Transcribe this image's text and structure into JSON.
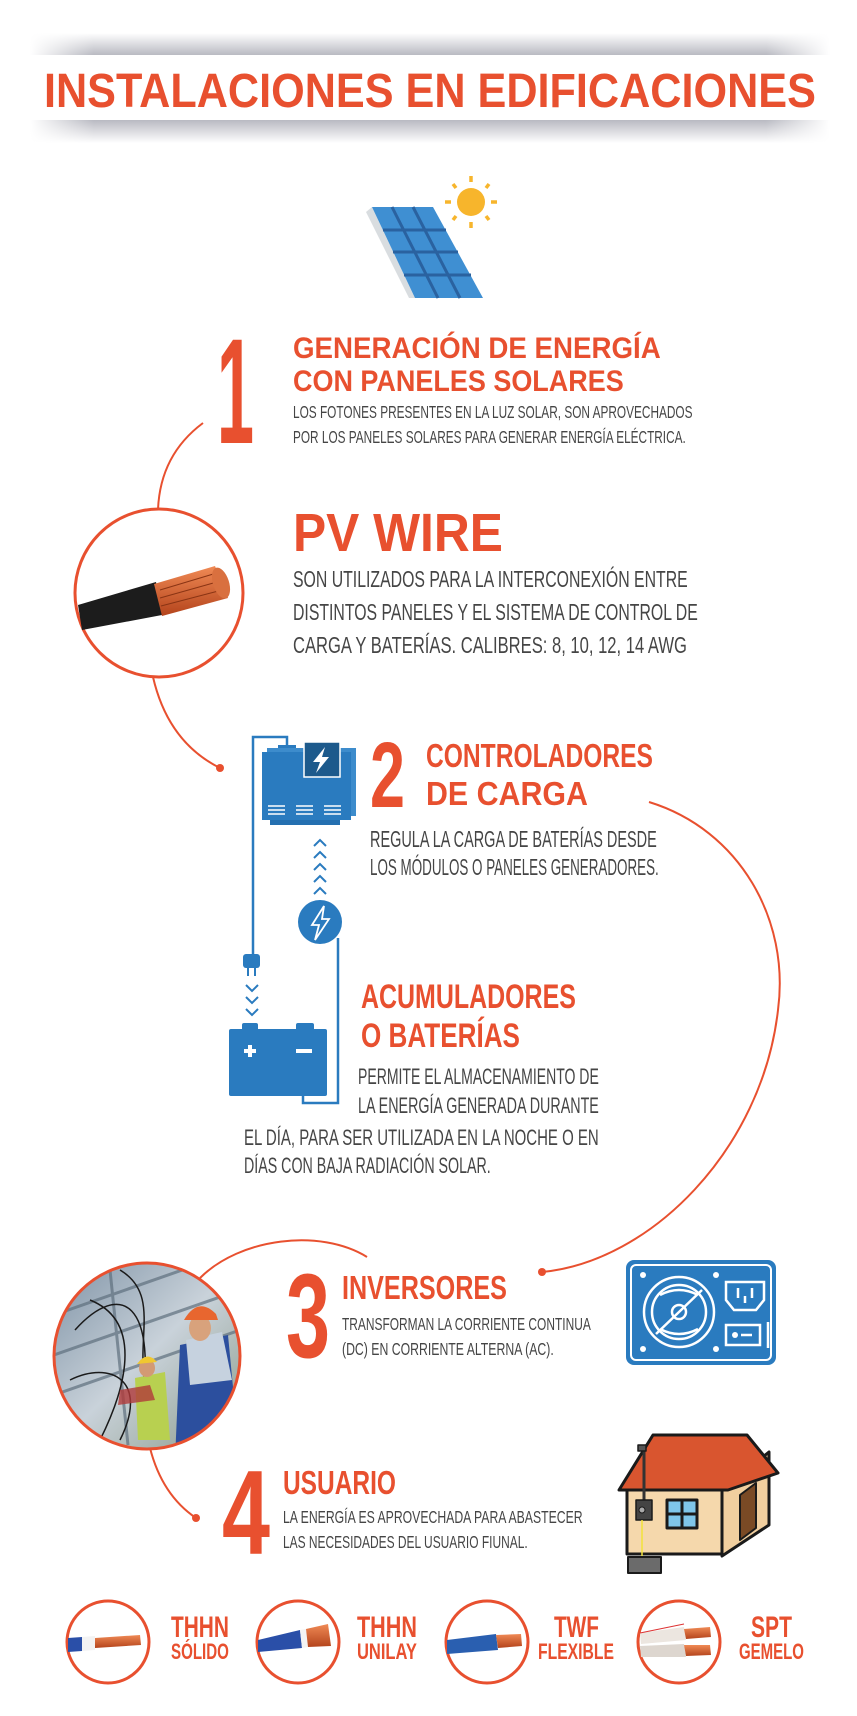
{
  "title": "INSTALACIONES EN EDIFICACIONES",
  "step1": {
    "number": "1",
    "heading": [
      "GENERACIÓN DE  ENERGÍA",
      "CON PANELES SOLARES"
    ],
    "body": [
      "LOS FOTONES PRESENTES EN LA LUZ SOLAR, SON  APROVECHADOS",
      "POR LOS PANELES SOLARES PARA GENERAR ENERGÍA ELÉCTRICA."
    ]
  },
  "pv_wire": {
    "heading": "PV WIRE",
    "body": [
      "SON UTILIZADOS PARA LA INTERCONEXIÓN ENTRE",
      "DISTINTOS PANELES Y EL SISTEMA DE CONTROL DE",
      "CARGA Y BATERÍAS. CALIBRES: 8, 10, 12, 14 AWG"
    ]
  },
  "step2": {
    "number": "2",
    "heading": [
      "CONTROLADORES",
      "DE CARGA"
    ],
    "body": [
      "REGULA LA CARGA DE BATERÍAS DESDE",
      "LOS MÓDULOS O PANELES GENERADORES."
    ]
  },
  "batteries": {
    "heading": [
      "ACUMULADORES",
      "O BATERÍAS"
    ],
    "body": [
      "PERMITE EL ALMACENAMIENTO DE",
      "LA ENERGÍA GENERADA DURANTE",
      "EL DÍA, PARA SER UTILIZADA EN LA NOCHE O EN",
      "DÍAS CON BAJA RADIACIÓN SOLAR."
    ]
  },
  "step3": {
    "number": "3",
    "heading": "INVERSORES",
    "body": [
      "TRANSFORMAN LA CORRIENTE CONTINUA",
      "(DC) EN CORRIENTE ALTERNA (AC)."
    ]
  },
  "step4": {
    "number": "4",
    "heading": "USUARIO",
    "body": [
      "LA ENERGÍA ES APROVECHADA PARA ABASTECER",
      "LAS NECESIDADES DEL USUARIO FIUNAL."
    ]
  },
  "cables": [
    {
      "name": "THHN",
      "type": "SÓLIDO"
    },
    {
      "name": "THHN",
      "type": "UNILAY"
    },
    {
      "name": "TWF",
      "type": "FLEXIBLE"
    },
    {
      "name": "SPT",
      "type": "GEMELO"
    }
  ],
  "colors": {
    "accent": "#E8502F",
    "blue": "#2A7BBF",
    "text": "#454545"
  }
}
